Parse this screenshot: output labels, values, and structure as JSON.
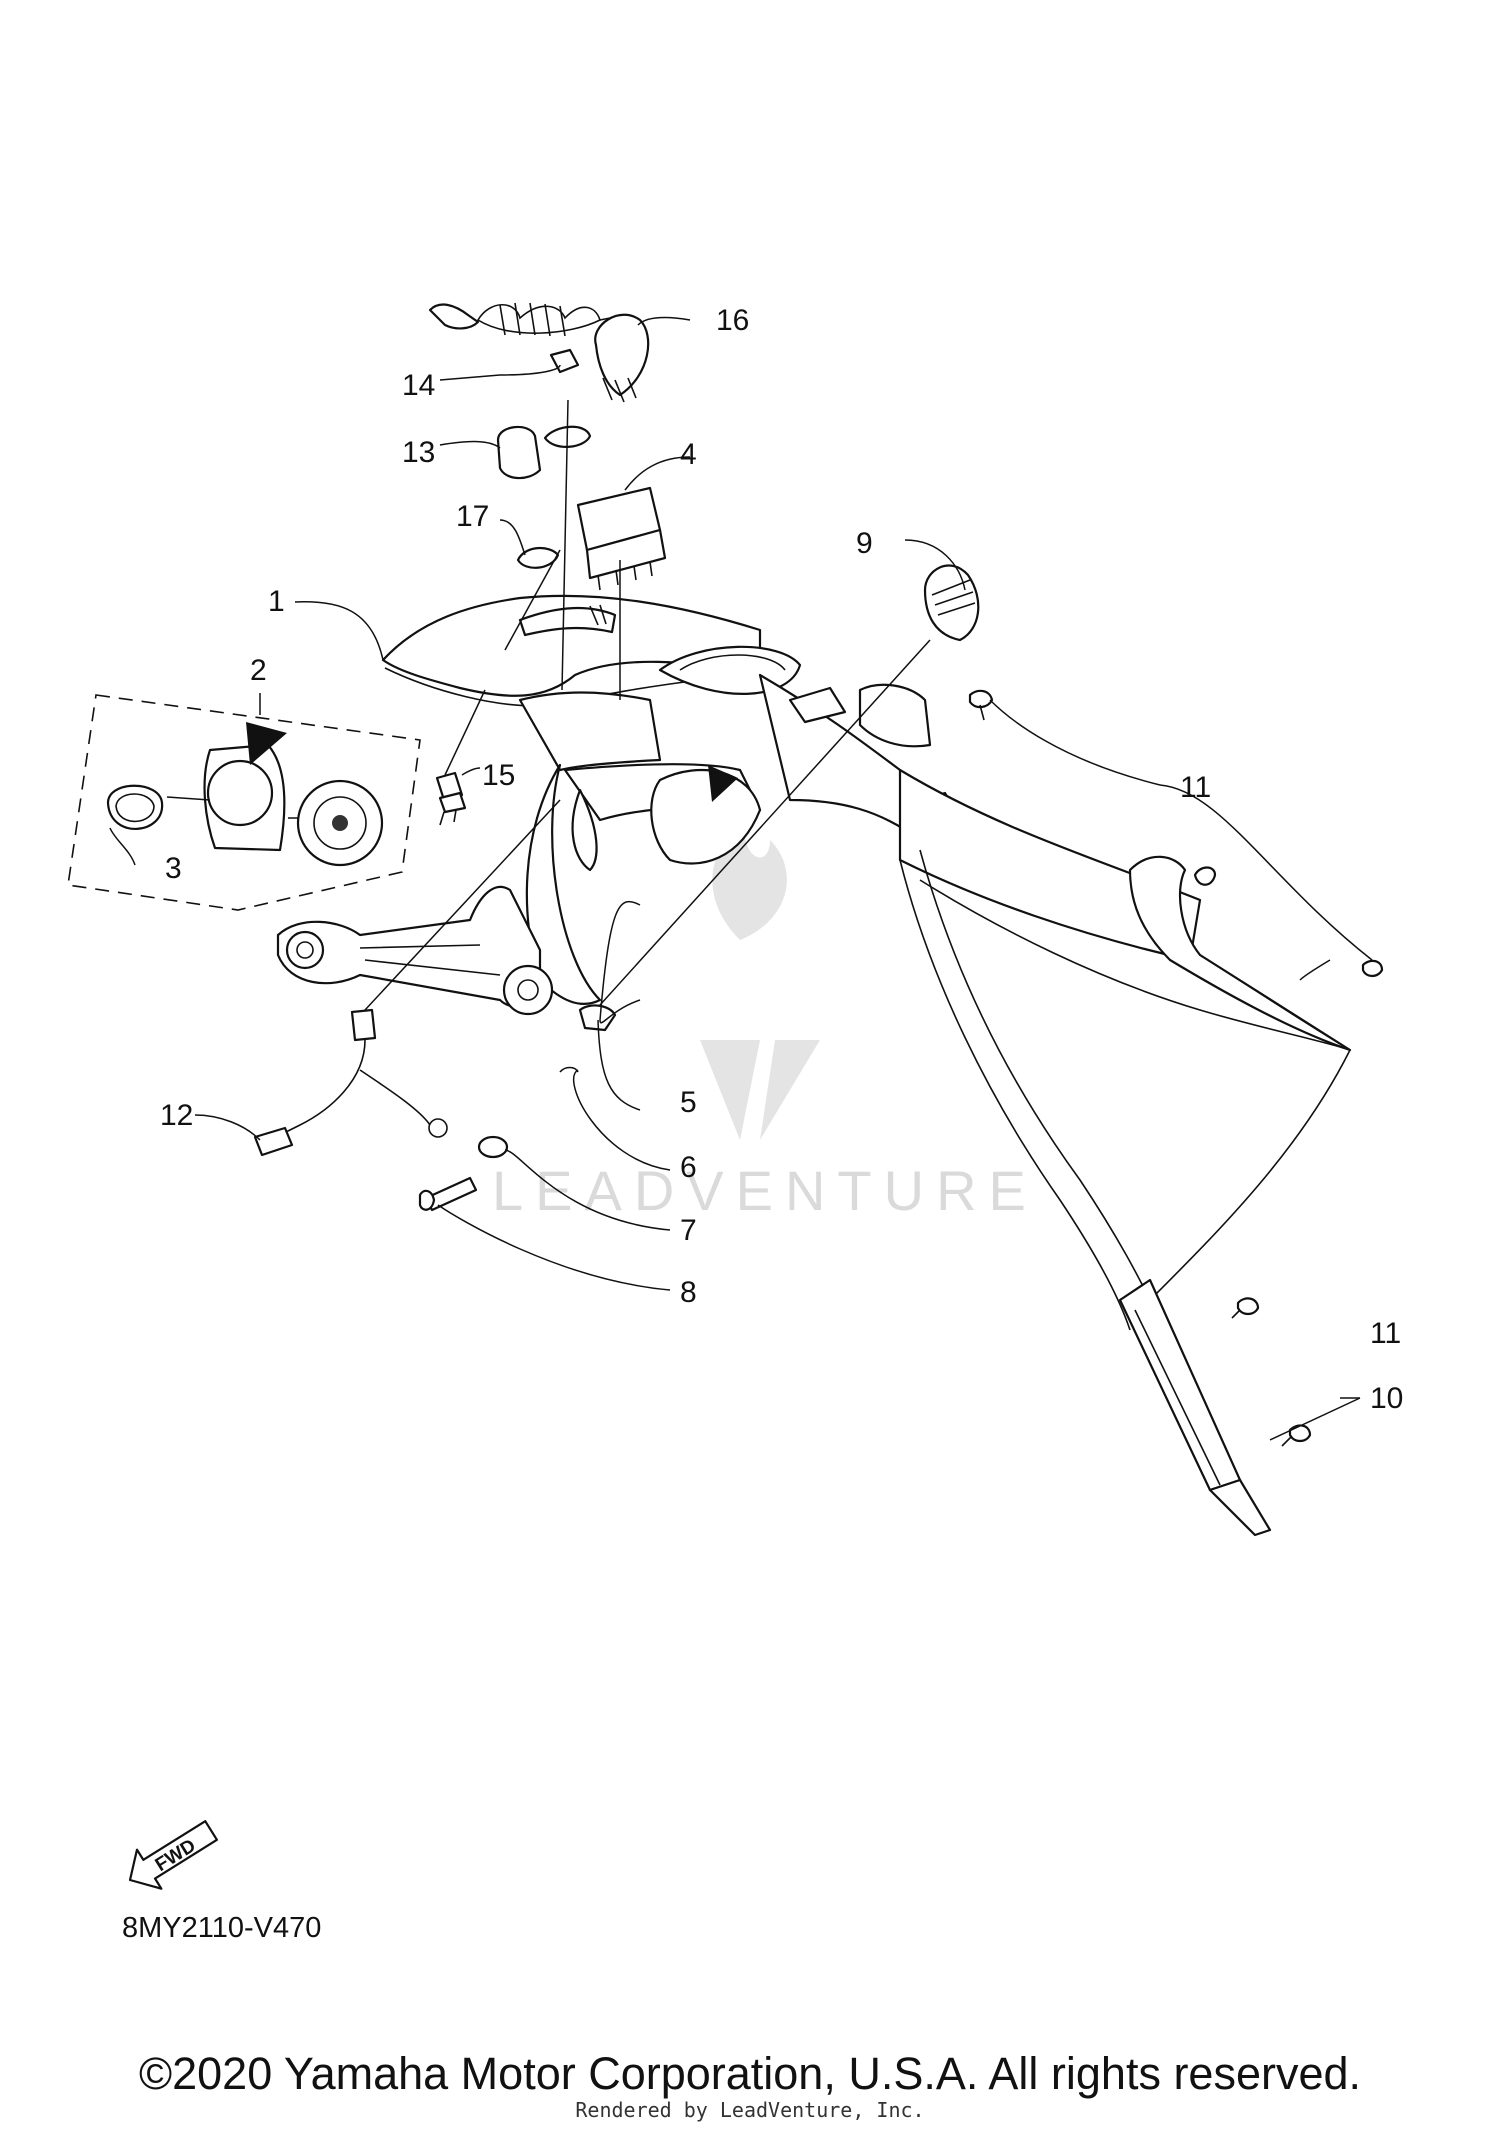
{
  "diagram": {
    "callouts": [
      "1",
      "2",
      "3",
      "4",
      "5",
      "6",
      "7",
      "8",
      "9",
      "10",
      "11",
      "11",
      "12",
      "13",
      "14",
      "15",
      "16",
      "17"
    ],
    "fwd_badge": "FWD",
    "code": "8MY2110-V470",
    "watermark_brand": "LEADVENTURE"
  },
  "footer": {
    "copyright": "©2020 Yamaha Motor Corporation, U.S.A. All rights reserved.",
    "rendered_by": "Rendered by LeadVenture, Inc."
  }
}
